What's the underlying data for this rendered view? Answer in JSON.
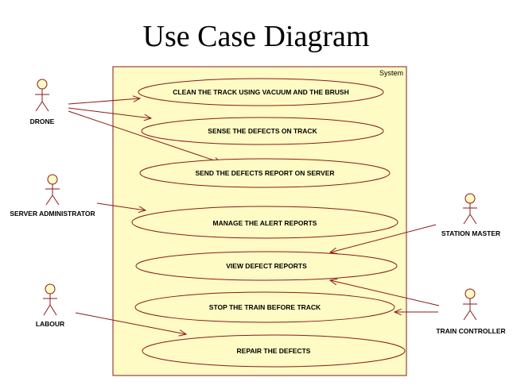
{
  "title": "Use Case Diagram",
  "system": {
    "label": "System"
  },
  "use_cases": [
    {
      "id": "clean",
      "label": "CLEAN THE TRACK USING VACUUM AND THE BRUSH"
    },
    {
      "id": "sense",
      "label": "SENSE THE DEFECTS ON TRACK"
    },
    {
      "id": "send",
      "label": "SEND THE DEFECTS REPORT ON SERVER"
    },
    {
      "id": "manage",
      "label": "MANAGE THE ALERT REPORTS"
    },
    {
      "id": "view",
      "label": "VIEW DEFECT REPORTS"
    },
    {
      "id": "stop",
      "label": "STOP THE TRAIN BEFORE TRACK"
    },
    {
      "id": "repair",
      "label": "REPAIR THE DEFECTS"
    }
  ],
  "actors": [
    {
      "id": "drone",
      "label": "DRONE"
    },
    {
      "id": "server_admin",
      "label": "SERVER ADMINISTRATOR"
    },
    {
      "id": "labour",
      "label": "LABOUR"
    },
    {
      "id": "station_master",
      "label": "STATION MASTER"
    },
    {
      "id": "train_controller",
      "label": "TRAIN CONTROLLER"
    }
  ],
  "associations": [
    {
      "from": "drone",
      "to": "clean"
    },
    {
      "from": "drone",
      "to": "sense"
    },
    {
      "from": "drone",
      "to": "send"
    },
    {
      "from": "server_admin",
      "to": "manage"
    },
    {
      "from": "station_master",
      "to": "view"
    },
    {
      "from": "train_controller",
      "to": "view"
    },
    {
      "from": "train_controller",
      "to": "stop"
    },
    {
      "from": "labour",
      "to": "repair"
    }
  ],
  "colors": {
    "fill": "#fffbc4",
    "stroke": "#8b1a1a"
  }
}
